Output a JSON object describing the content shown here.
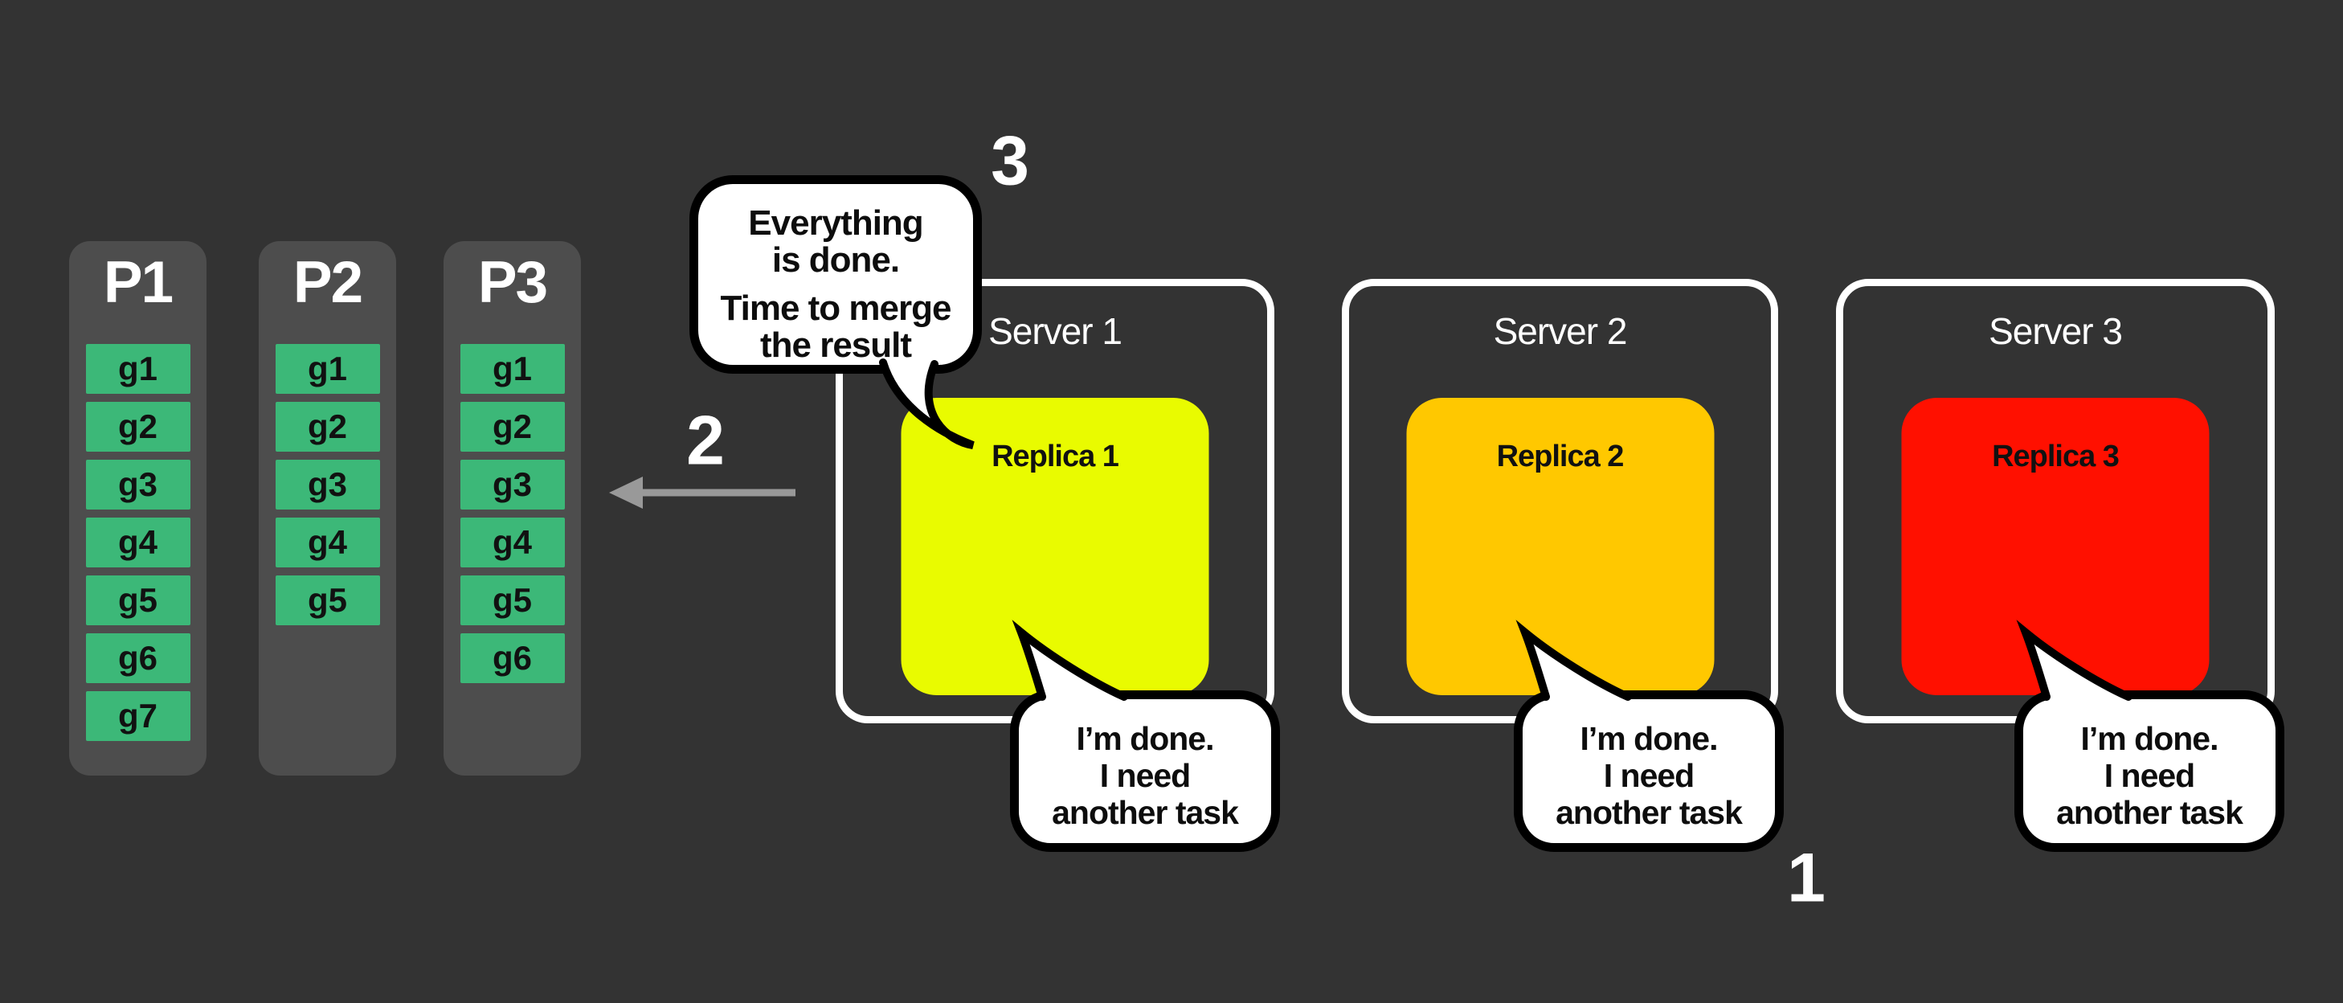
{
  "background": "#333333",
  "partition_bg": "#4d4d4d",
  "task_color": "#3cb878",
  "arrow_color": "#999999",
  "partitions": [
    {
      "title": "P1",
      "tasks": [
        "g1",
        "g2",
        "g3",
        "g4",
        "g5",
        "g6",
        "g7"
      ]
    },
    {
      "title": "P2",
      "tasks": [
        "g1",
        "g2",
        "g3",
        "g4",
        "g5"
      ]
    },
    {
      "title": "P3",
      "tasks": [
        "g1",
        "g2",
        "g3",
        "g4",
        "g5",
        "g6"
      ]
    }
  ],
  "servers": [
    {
      "title": "Server 1",
      "replica_label": "Replica 1",
      "replica_color": "#e9fb00"
    },
    {
      "title": "Server 2",
      "replica_label": "Replica 2",
      "replica_color": "#ffc800"
    },
    {
      "title": "Server 3",
      "replica_label": "Replica 3",
      "replica_color": "#ff1000"
    }
  ],
  "merge_bubble": {
    "lines": [
      "Everything",
      "is done.",
      "Time to merge",
      "the result"
    ]
  },
  "done_bubble": {
    "lines": [
      "I’m done.",
      "I need",
      "another task"
    ]
  },
  "steps": {
    "one": "1",
    "two": "2",
    "three": "3"
  }
}
